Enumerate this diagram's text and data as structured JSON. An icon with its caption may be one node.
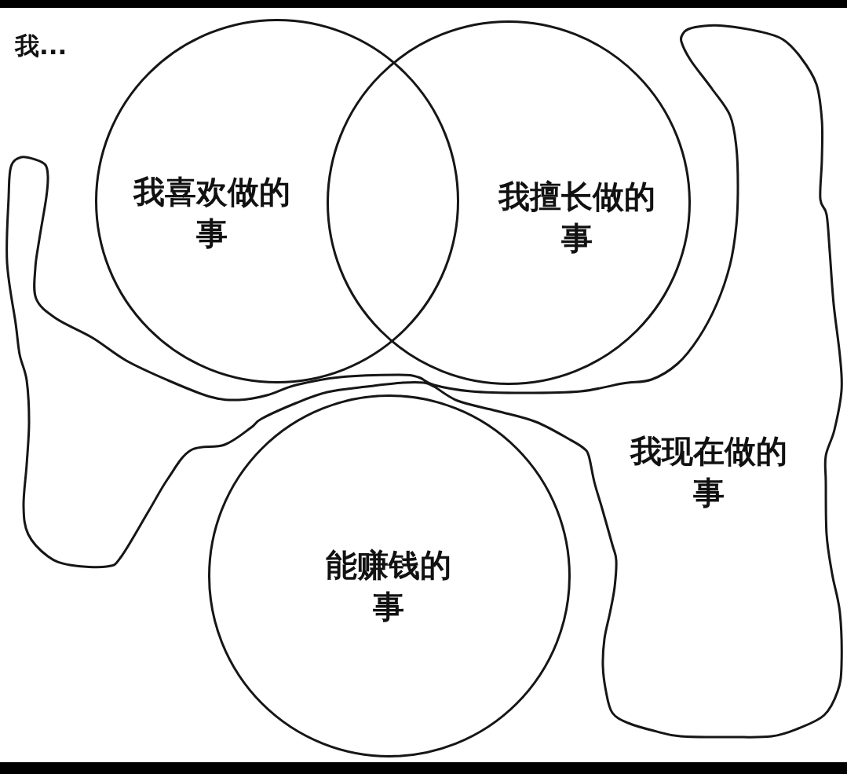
{
  "diagram": {
    "title": "我...",
    "nodes": [
      {
        "text": [
          "我喜欢做的事"
        ]
      },
      {
        "text": [
          "我擅长做的事"
        ]
      },
      {
        "text": [
          "我现在做的事"
        ]
      },
      {
        "text": [
          "能赚钱的事"
        ]
      }
    ]
  }
}
